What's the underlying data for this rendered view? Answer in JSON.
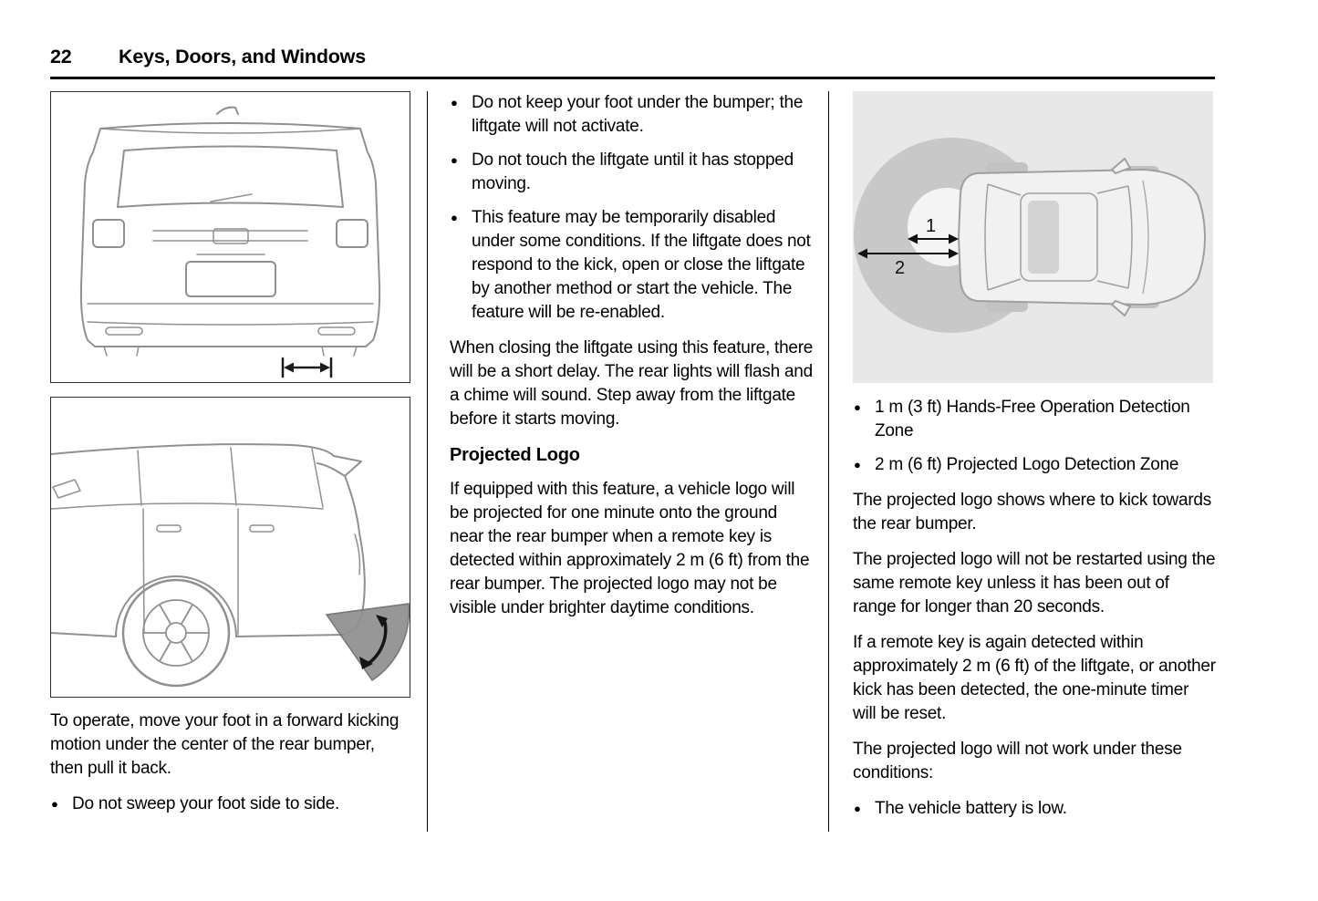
{
  "header": {
    "page_number": "22",
    "chapter_title": "Keys, Doors, and Windows"
  },
  "left_column": {
    "operate_paragraph": "To operate, move your foot in a forward kicking motion under the center of the rear bumper, then pull it back.",
    "bullets": [
      "Do not sweep your foot side to side."
    ]
  },
  "middle_column": {
    "bullets": [
      "Do not keep your foot under the bumper; the liftgate will not activate.",
      "Do not touch the liftgate until it has stopped moving.",
      "This feature may be temporarily disabled under some conditions. If the liftgate does not respond to the kick, open or close the liftgate by another method or start the vehicle. The feature will be re-enabled."
    ],
    "closing_paragraph": "When closing the liftgate using this feature, there will be a short delay. The rear lights will flash and a chime will sound. Step away from the liftgate before it starts moving.",
    "heading": "Projected Logo",
    "projected_logo_paragraph": "If equipped with this feature, a vehicle logo will be projected for one minute onto the ground near the rear bumper when a remote key is detected within approximately 2 m (6 ft) from the rear bumper. The projected logo may not be visible under brighter daytime conditions."
  },
  "right_column": {
    "figure": {
      "labels": [
        "1",
        "2"
      ],
      "zone_fill": "#c8c8c8",
      "inner_zone_fill": "#f4f4f4",
      "background_fill": "#e8e8e8"
    },
    "legend_bullets": [
      "1 m (3 ft) Hands-Free Operation Detection Zone",
      "2 m (6 ft) Projected Logo Detection Zone"
    ],
    "paragraphs": [
      "The projected logo shows where to kick towards the rear bumper.",
      "The projected logo will not be restarted using the same remote key unless it has been out of range for longer than 20 seconds.",
      "If a remote key is again detected within approximately 2 m (6 ft) of the liftgate, or another kick has been detected, the one-minute timer will be reset.",
      "The projected logo will not work under these conditions:"
    ],
    "condition_bullets": [
      "The vehicle battery is low."
    ]
  }
}
